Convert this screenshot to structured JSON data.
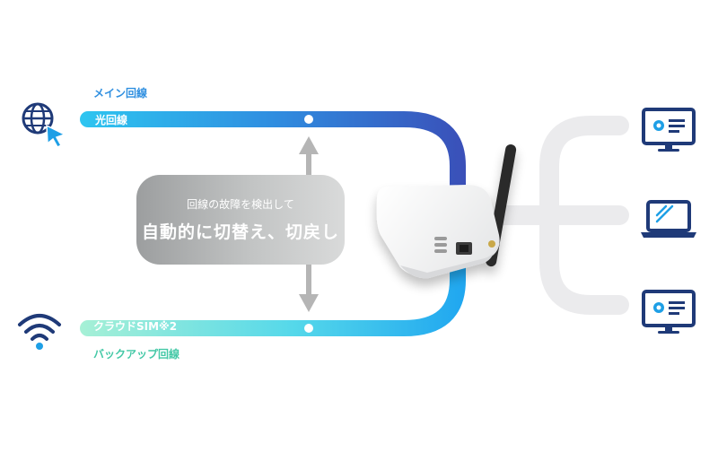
{
  "labels": {
    "main_line": "メイン回線",
    "fiber_line": "光回線",
    "cloud_sim": "クラウドSIM※2",
    "backup_line": "バックアップ回線"
  },
  "status_box": {
    "line1": "回線の故障を検出して",
    "line2": "自動的に切替え、切戻し"
  },
  "colors": {
    "main_gradient_start": "#2ec5f0",
    "main_gradient_end": "#3a4fb8",
    "backup_gradient_start": "#a6f0d6",
    "backup_gradient_end": "#1fa6f0",
    "icon_navy": "#1f3a78",
    "icon_accent": "#1e9fe6",
    "status_box_gray": "#b3b5b6"
  },
  "icons": {
    "internet": "globe-cursor-icon",
    "wifi": "wifi-icon",
    "devices": [
      "desktop-monitor-icon",
      "laptop-icon",
      "desktop-monitor-icon"
    ]
  }
}
